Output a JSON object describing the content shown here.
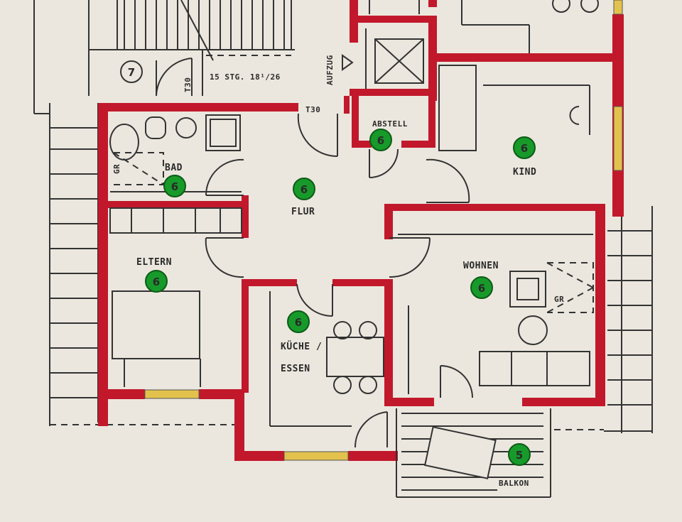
{
  "rooms": {
    "bad": {
      "label": "BAD",
      "number": "6"
    },
    "flur": {
      "label": "FLUR",
      "number": "6"
    },
    "abstell": {
      "label": "ABSTELL",
      "number": "6"
    },
    "kind": {
      "label": "KIND",
      "number": "6"
    },
    "eltern": {
      "label": "ELTERN",
      "number": "6"
    },
    "wohnen": {
      "label": "WOHNEN",
      "number": "6"
    },
    "kueche": {
      "label_line1": "KÜCHE /",
      "label_line2": "ESSEN",
      "number": "6"
    },
    "balkon": {
      "label": "BALKON",
      "number": "5"
    },
    "stair": {
      "number": "7"
    }
  },
  "annotations": {
    "aufzug": "AUFZUG",
    "stair_info": "15 STG. 18¹/26",
    "t30_top": "T30",
    "t30_side": "T30",
    "gr_bad": "GR",
    "gr_wohnen": "GR"
  },
  "colors": {
    "wall": "#c2182b",
    "window": "#e2c24c",
    "badge": "#179a2a",
    "paper": "#ebe7de"
  }
}
